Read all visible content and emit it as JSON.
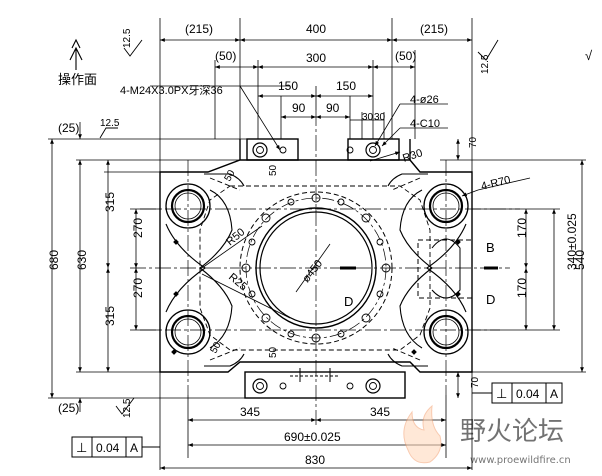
{
  "annotations": {
    "operation_side": "操作面",
    "thread_note": "4-M24X3.0PX牙深36",
    "hole_note": "4-ø26",
    "chamfer_note": "4-C10",
    "r30": "R30",
    "r70": "4-R70",
    "r50": "R50",
    "r25": "R25",
    "bore": "ø450",
    "section_b": "B",
    "section_d_right": "D",
    "section_d_center": "D",
    "roughness_top": "12.5",
    "roughness_left": "12.5",
    "roughness_right": "12.5",
    "roughness_bottom": "12.5",
    "roughness_mark": "√"
  },
  "dimensions": {
    "top_outer_left": "(215)",
    "top_400": "400",
    "top_outer_right": "(215)",
    "top_50_left": "(50)",
    "top_300": "300",
    "top_50_right": "(50)",
    "top_150_left": "150",
    "top_150_right": "150",
    "top_90_left": "90",
    "top_90_right": "90",
    "top_30a": "30",
    "top_30b": "30",
    "right_70_top": "70",
    "right_70_bottom": "70",
    "left_25_top": "(25)",
    "left_25_bottom": "(25)",
    "left_680": "680",
    "left_630": "630",
    "left_315_top": "315",
    "left_315_bottom": "315",
    "left_270_top": "270",
    "left_270_bottom": "270",
    "slot_50_top": "50",
    "slot_50_bottom": "50",
    "slot_50_tl": "50",
    "slot_50_bl": "50",
    "right_170_top": "170",
    "right_170_bottom": "170",
    "right_340": "340±0.025",
    "right_540": "540",
    "bottom_345_left": "345",
    "bottom_345_right": "345",
    "bottom_690": "690±0.025",
    "bottom_830": "830"
  },
  "tolerance_frames": [
    {
      "symbol": "⊥",
      "value": "0.04",
      "datum": "A"
    },
    {
      "symbol": "⊥",
      "value": "0.04",
      "datum": "A"
    }
  ],
  "watermark": {
    "text": "野火论坛",
    "url": "www.proewildfire.cn"
  }
}
